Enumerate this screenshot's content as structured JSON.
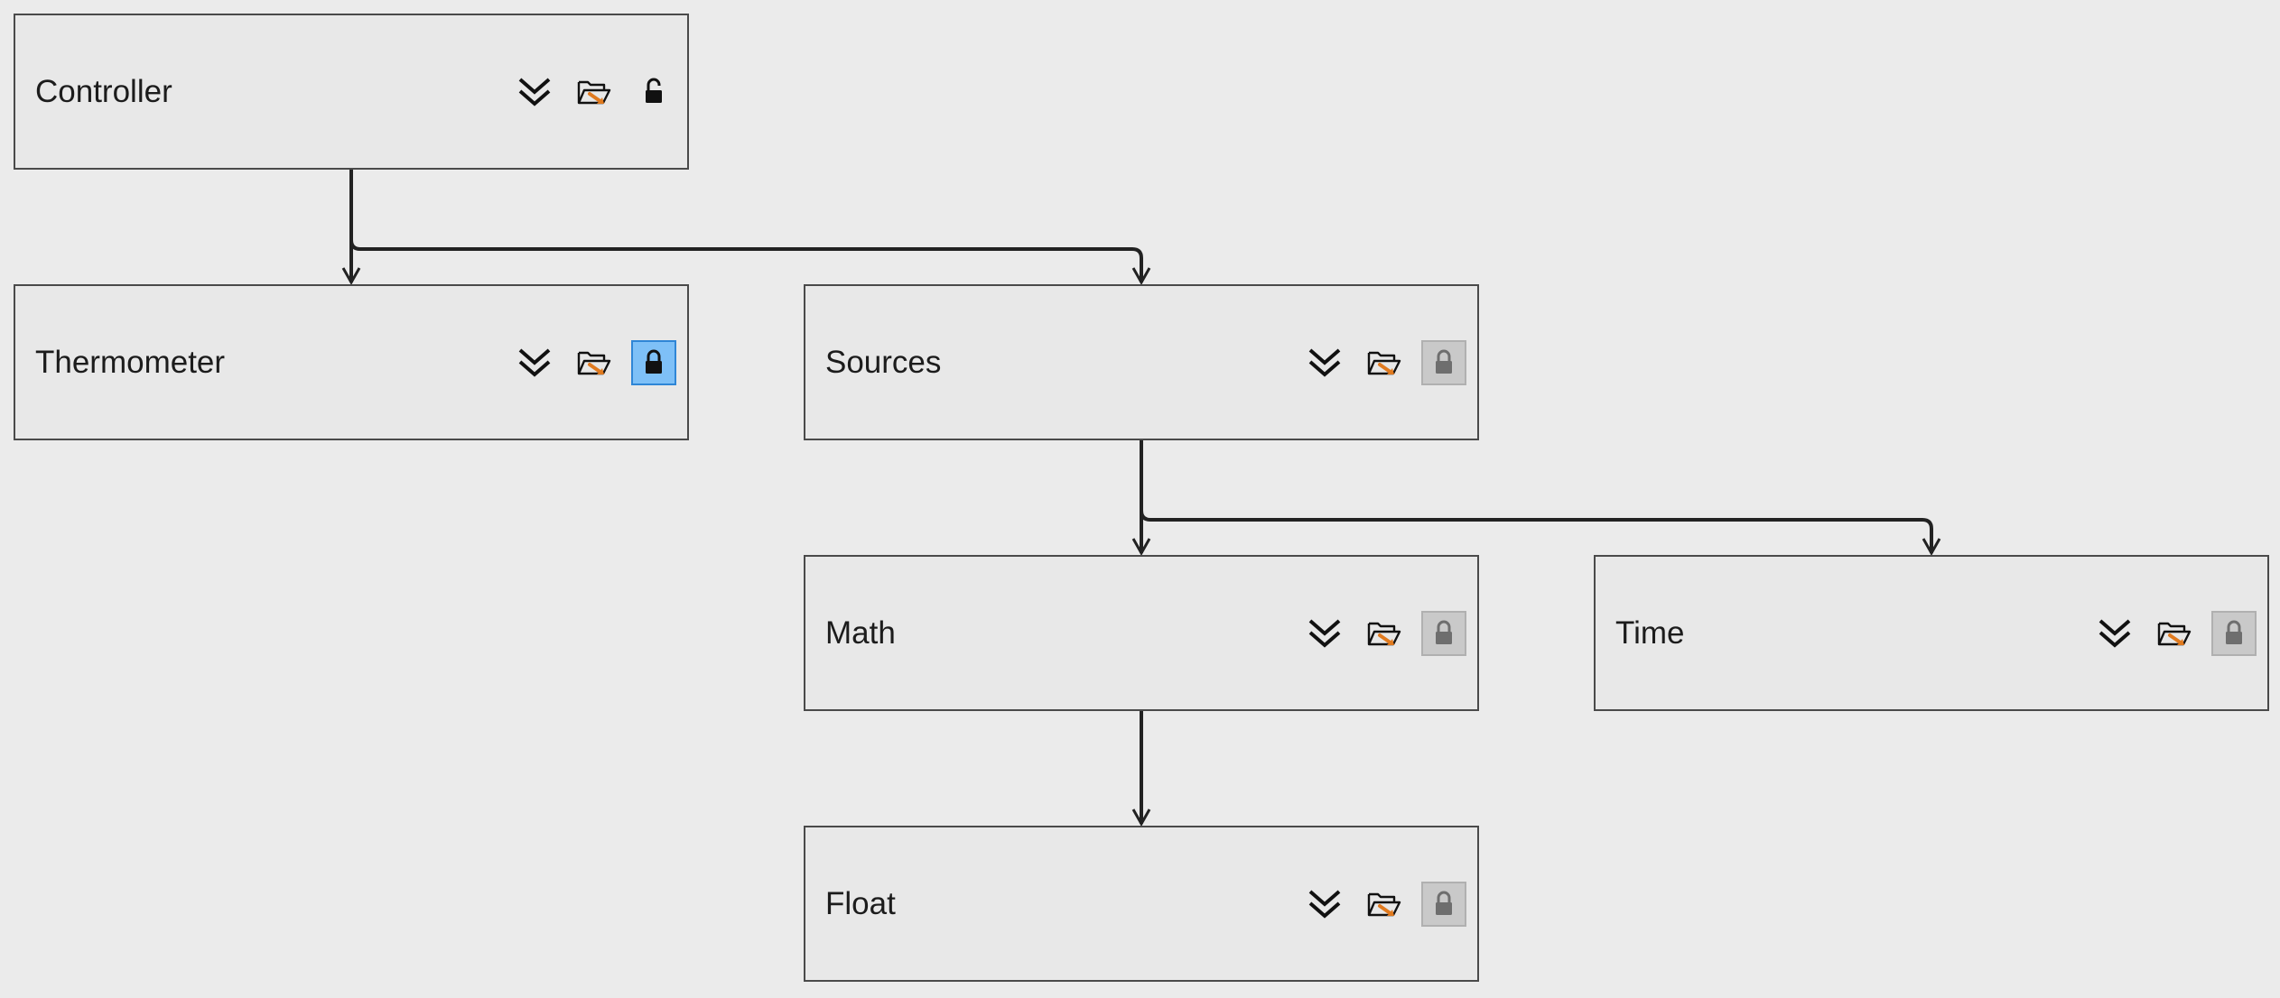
{
  "nodes": [
    {
      "id": "controller",
      "label": "Controller",
      "lock_state": "unlocked",
      "tools": [
        "expand-icon",
        "open-folder-icon",
        "lock-icon"
      ]
    },
    {
      "id": "thermometer",
      "label": "Thermometer",
      "lock_state": "locked-active",
      "tools": [
        "expand-icon",
        "open-folder-icon",
        "lock-icon"
      ]
    },
    {
      "id": "sources",
      "label": "Sources",
      "lock_state": "locked-inactive",
      "tools": [
        "expand-icon",
        "open-folder-icon",
        "lock-icon"
      ]
    },
    {
      "id": "math",
      "label": "Math",
      "lock_state": "locked-inactive",
      "tools": [
        "expand-icon",
        "open-folder-icon",
        "lock-icon"
      ]
    },
    {
      "id": "time",
      "label": "Time",
      "lock_state": "locked-inactive",
      "tools": [
        "expand-icon",
        "open-folder-icon",
        "lock-icon"
      ]
    },
    {
      "id": "float",
      "label": "Float",
      "lock_state": "locked-inactive",
      "tools": [
        "expand-icon",
        "open-folder-icon",
        "lock-icon"
      ]
    }
  ],
  "edges": [
    {
      "from": "controller",
      "to": "thermometer"
    },
    {
      "from": "controller",
      "to": "sources"
    },
    {
      "from": "sources",
      "to": "math"
    },
    {
      "from": "sources",
      "to": "time"
    },
    {
      "from": "math",
      "to": "float"
    }
  ],
  "colors": {
    "background": "#ebebeb",
    "node_fill": "#e8e8e8",
    "node_border": "#4a4a4a",
    "connector": "#222222",
    "folder_accent": "#e07a1f",
    "lock_active_fill": "#7ec0f7",
    "lock_active_border": "#2f86d6",
    "lock_inactive_fill": "#c9c9c9"
  }
}
